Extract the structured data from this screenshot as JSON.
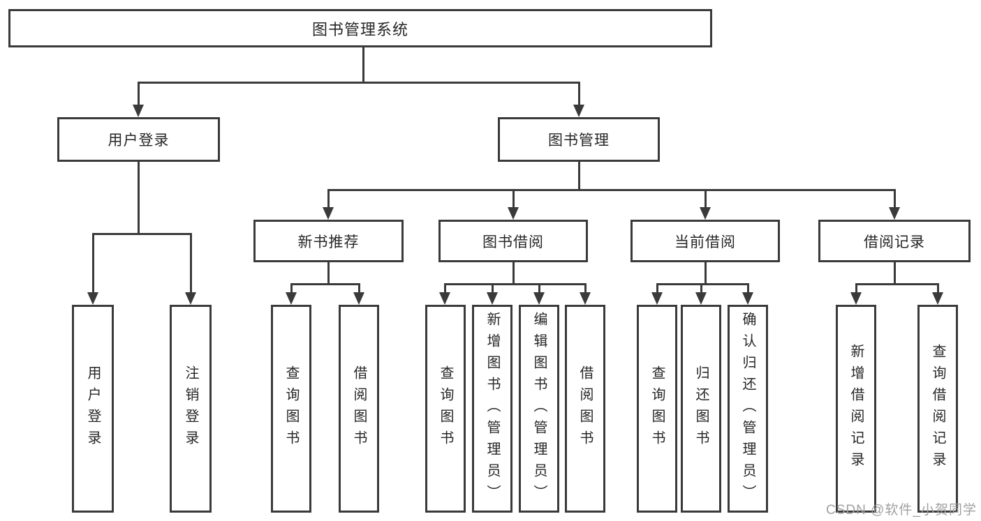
{
  "tree": {
    "root": "图书管理系统",
    "branches": [
      {
        "label": "用户登录",
        "children": [
          "用户登录",
          "注销登录"
        ]
      },
      {
        "label": "图书管理",
        "groups": [
          {
            "label": "新书推荐",
            "children": [
              "查询图书",
              "借阅图书"
            ]
          },
          {
            "label": "图书借阅",
            "children": [
              "查询图书",
              "新增图书（管理员）",
              "编辑图书（管理员）",
              "借阅图书"
            ]
          },
          {
            "label": "当前借阅",
            "children": [
              "查询图书",
              "归还图书",
              "确认归还（管理员）"
            ]
          },
          {
            "label": "借阅记录",
            "children": [
              "新增借阅记录",
              "查询借阅记录"
            ]
          }
        ]
      }
    ]
  },
  "watermark": "CSDN @软件_小贺同学",
  "colors": {
    "line": "#3a3a3a",
    "text": "#262626",
    "watermark": "#a0a0a0",
    "background": "#ffffff"
  }
}
